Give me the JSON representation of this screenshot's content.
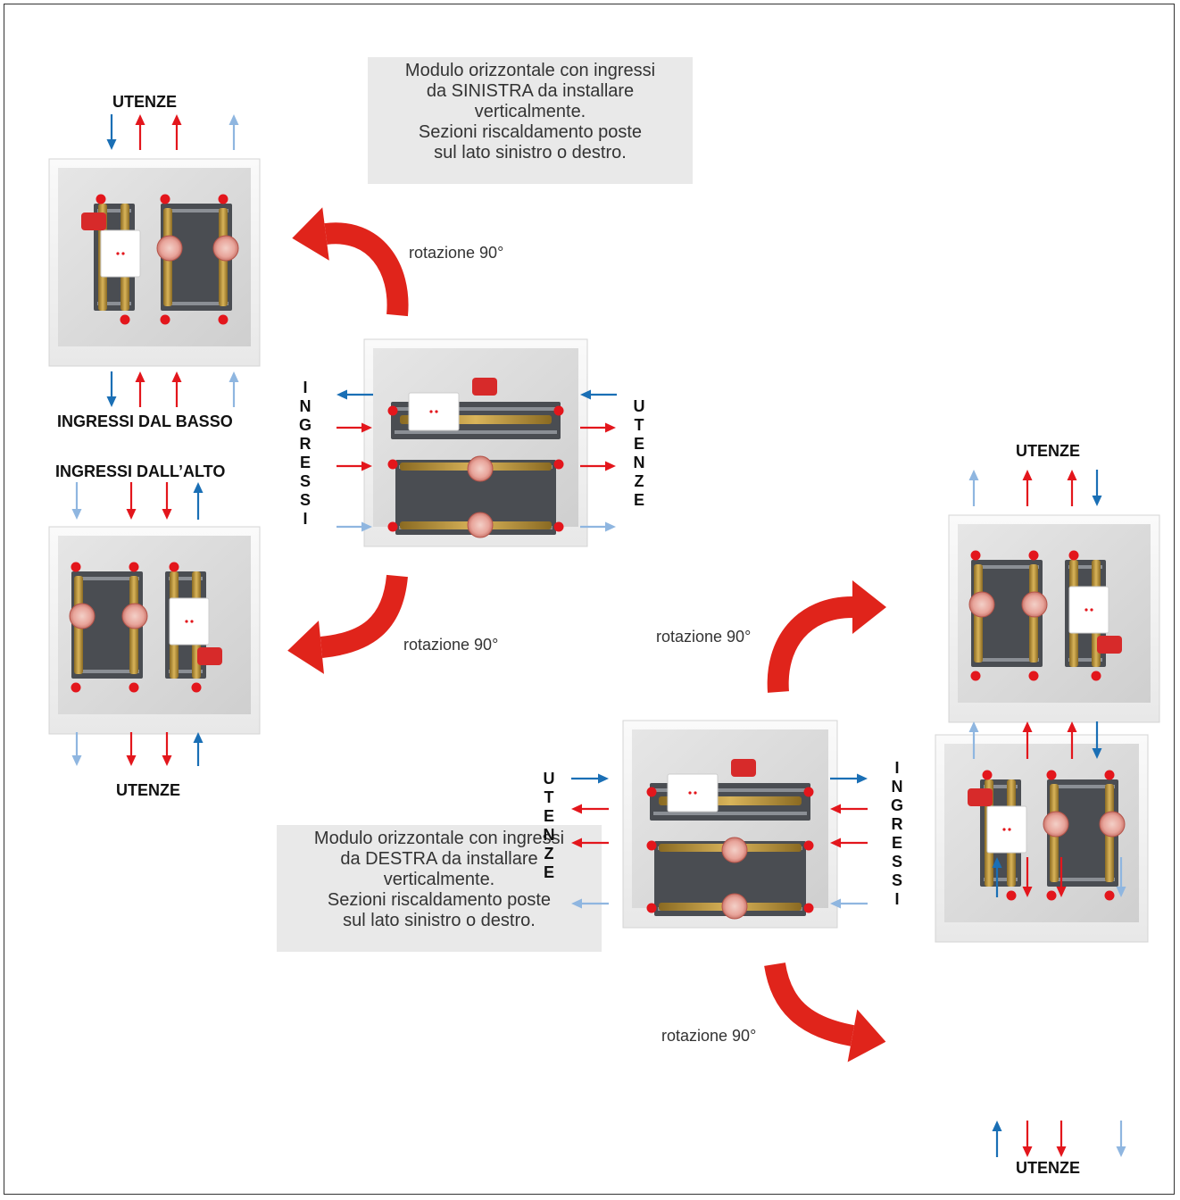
{
  "notes": {
    "top": "Modulo orizzontale con ingressi\nda SINISTRA da installare\nverticalmente.\nSezioni riscaldamento poste\nsul lato sinistro o destro.",
    "bottom": "Modulo orizzontale con ingressi\nda DESTRA da installare\nverticalmente.\nSezioni riscaldamento poste\nsul lato sinistro o destro."
  },
  "labels": {
    "utenze": "UTENZE",
    "ingressi_dal_basso": "INGRESSI DAL BASSO",
    "ingressi_dall_alto": "INGRESSI DALL’ALTO",
    "rotazione": "rotazione 90°"
  },
  "vertical": {
    "ingressi": [
      "I",
      "N",
      "G",
      "R",
      "E",
      "S",
      "S",
      "I"
    ],
    "utenze": [
      "U",
      "T",
      "E",
      "N",
      "Z",
      "E"
    ]
  },
  "colors": {
    "hot": "#e3161c",
    "cold_dark": "#1a6fb5",
    "cold_light": "#8fb6e0",
    "curved_arrow": "#e0241b",
    "box_frame": "#f4f4f4",
    "box_inner": "#d9d9d9"
  }
}
